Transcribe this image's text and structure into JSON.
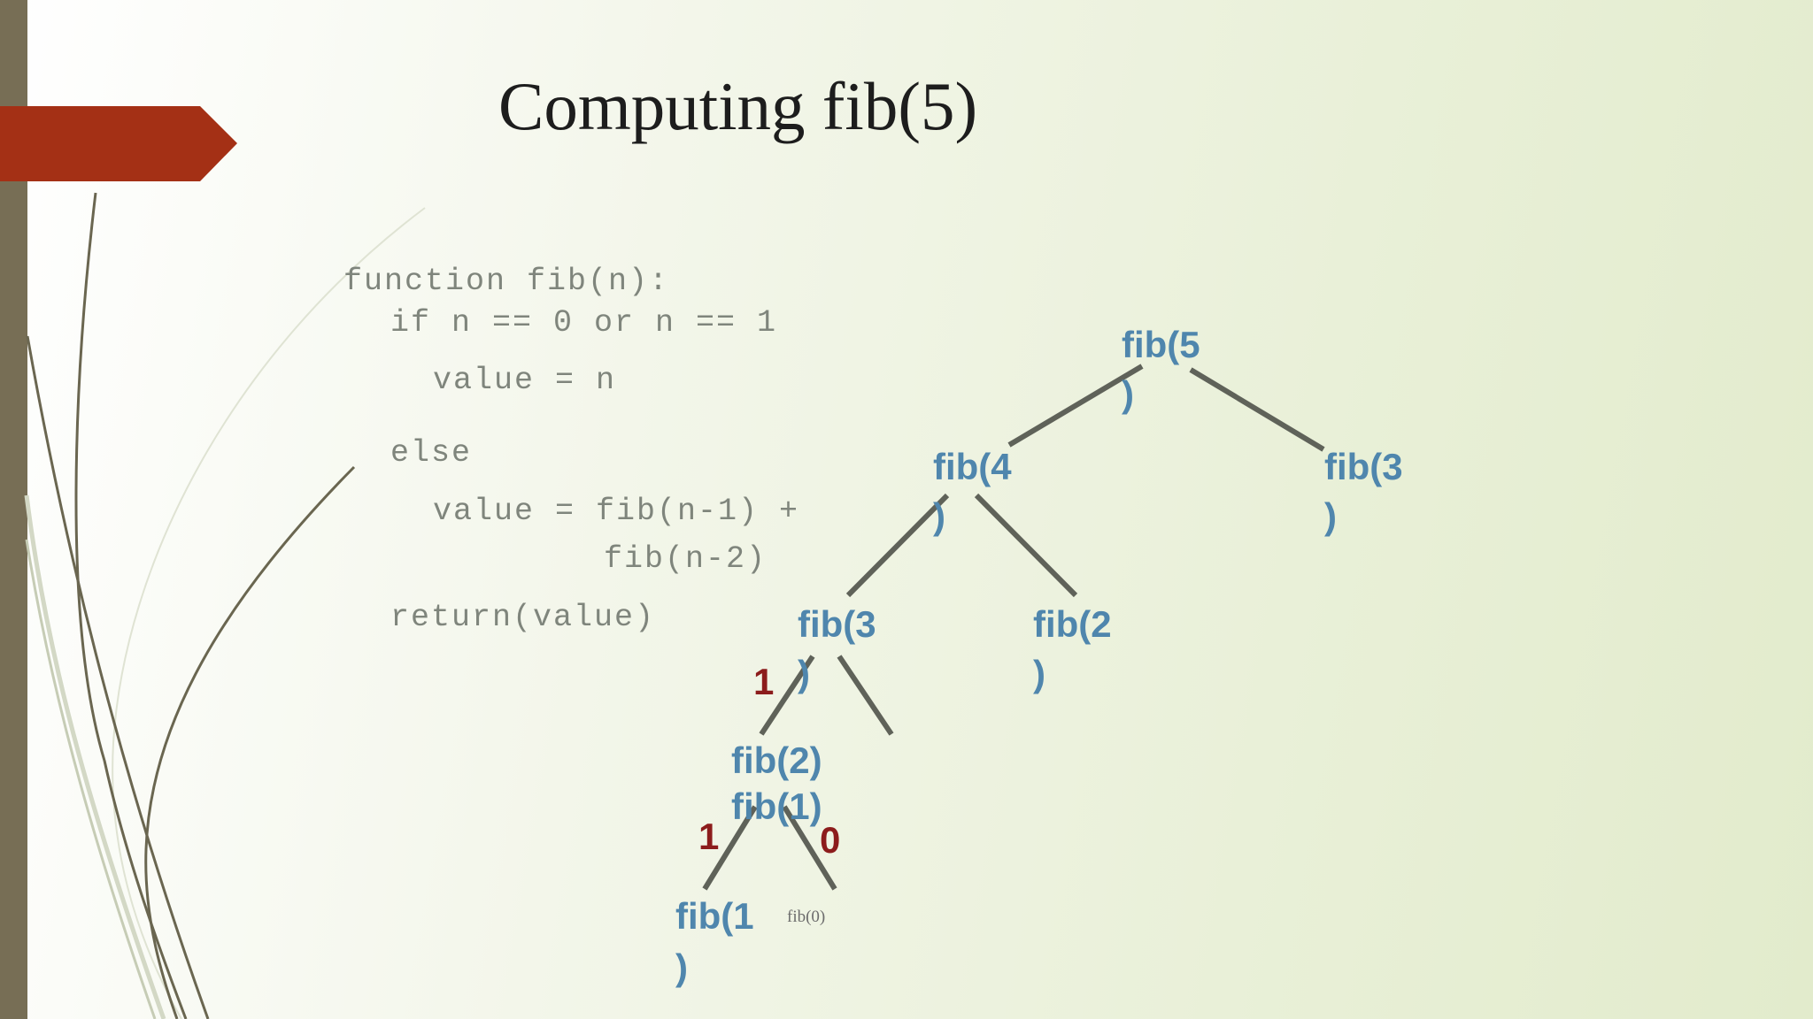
{
  "slide": {
    "title": "Computing fib(5)"
  },
  "code": [
    "function fib(n):",
    "if n == 0 or n == 1",
    "value = n",
    "else",
    "value = fib(n-1) +",
    "fib(n-2)",
    "return(value)"
  ],
  "tree": {
    "nodes": [
      {
        "id": "n5",
        "line1": "fib(5",
        "line2": ")"
      },
      {
        "id": "n4",
        "line1": "fib(4",
        "line2": ")"
      },
      {
        "id": "n3r",
        "line1": "fib(3",
        "line2": ")"
      },
      {
        "id": "n3",
        "line1": "fib(3",
        "line2": ")"
      },
      {
        "id": "n2r",
        "line1": "fib(2",
        "line2": ")"
      },
      {
        "id": "n2",
        "line1": "fib(2)",
        "line2": "fib(1)"
      },
      {
        "id": "n1",
        "line1": "fib(1",
        "line2": ")"
      }
    ],
    "leaf_label": "fib(0)",
    "values": [
      "1",
      "1",
      "0"
    ]
  },
  "colors": {
    "node_text": "#4f86ad",
    "value_text": "#8c1c1c",
    "edge": "#5f6259",
    "accent_tag": "#a43015",
    "side_bar": "#776e55"
  }
}
